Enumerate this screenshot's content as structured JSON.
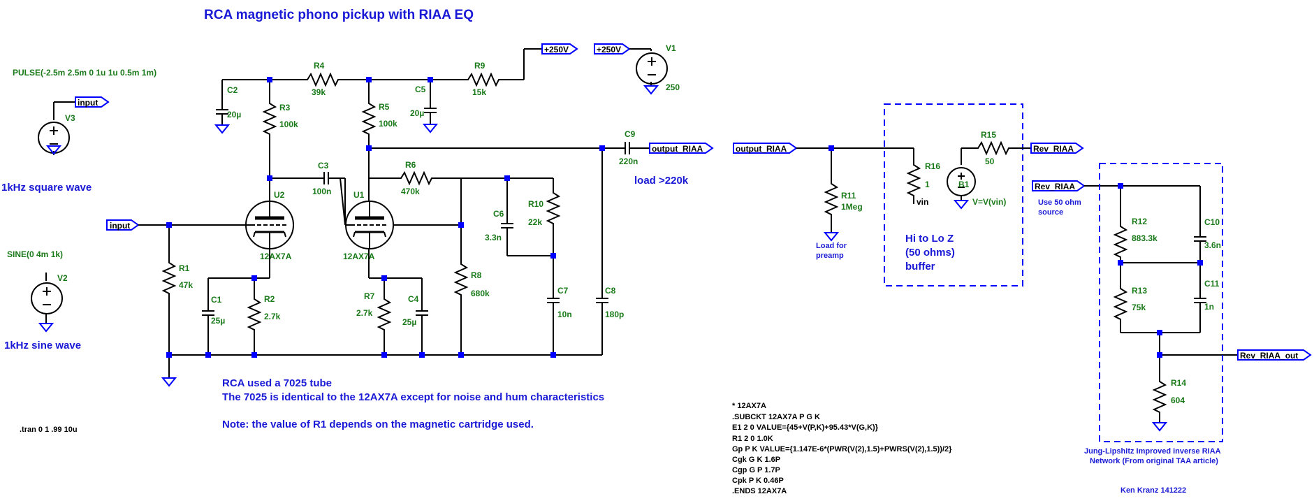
{
  "title": "RCA magnetic phono pickup with RIAA EQ",
  "sources": {
    "v3": {
      "ref": "V3",
      "spec": "PULSE(-2.5m 2.5m 0 1u 1u 0.5m 1m)",
      "note": "1kHz square wave"
    },
    "v2": {
      "ref": "V2",
      "spec": "SINE(0 4m 1k)",
      "note": "1kHz sine  wave"
    },
    "v1": {
      "ref": "V1",
      "value": "250"
    }
  },
  "flags": {
    "input": "input",
    "plus250": "+250V",
    "output_riaa": "output_RIAA",
    "rev_riaa": "Rev_RIAA",
    "rev_riaa_out": "Rev_RIAA_out"
  },
  "tubes": {
    "u2": {
      "ref": "U2",
      "model": "12AX7A"
    },
    "u1": {
      "ref": "U1",
      "model": "12AX7A"
    }
  },
  "resistors": [
    {
      "ref": "R1",
      "value": "47k"
    },
    {
      "ref": "R2",
      "value": "2.7k"
    },
    {
      "ref": "R3",
      "value": "100k"
    },
    {
      "ref": "R4",
      "value": "39k"
    },
    {
      "ref": "R5",
      "value": "100k"
    },
    {
      "ref": "R6",
      "value": "470k"
    },
    {
      "ref": "R7",
      "value": "2.7k"
    },
    {
      "ref": "R8",
      "value": "680k"
    },
    {
      "ref": "R9",
      "value": "15k"
    },
    {
      "ref": "R10",
      "value": "22k"
    },
    {
      "ref": "R11",
      "value": "1Meg"
    },
    {
      "ref": "R12",
      "value": "883.3k"
    },
    {
      "ref": "R13",
      "value": "75k"
    },
    {
      "ref": "R14",
      "value": "604"
    },
    {
      "ref": "R15",
      "value": "50"
    },
    {
      "ref": "R16",
      "value": "1"
    }
  ],
  "capacitors": [
    {
      "ref": "C1",
      "value": "25µ"
    },
    {
      "ref": "C2",
      "value": "20µ"
    },
    {
      "ref": "C3",
      "value": "100n"
    },
    {
      "ref": "C4",
      "value": "25µ"
    },
    {
      "ref": "C5",
      "value": "20µ"
    },
    {
      "ref": "C6",
      "value": "3.3n"
    },
    {
      "ref": "C7",
      "value": "10n"
    },
    {
      "ref": "C8",
      "value": "180p"
    },
    {
      "ref": "C9",
      "value": "220n"
    },
    {
      "ref": "C10",
      "value": "3.6n"
    },
    {
      "ref": "C11",
      "value": "1n"
    }
  ],
  "behavioral": {
    "ref": "B1",
    "expr": "V=V(vin)",
    "net": "vin"
  },
  "notes": {
    "load": "load >220k",
    "load_preamp": [
      "Load  for",
      "preamp"
    ],
    "buffer": [
      "Hi to Lo Z",
      "(50 ohms)",
      "buffer"
    ],
    "source": [
      "Use 50 ohm",
      "source"
    ],
    "rca": [
      "RCA used a 7025 tube",
      "The 7025 is identical to the 12AX7A except for noise and hum characteristics",
      "",
      "Note: the value of R1 depends on the magnetic cartridge used."
    ],
    "jung": [
      "Jung-Lipshitz Improved inverse RIAA",
      "Network (From original TAA article)"
    ],
    "author": "Ken Kranz 141222"
  },
  "directives": {
    "tran": ".tran 0 1 .99 10u",
    "subckt": [
      "* 12AX7A",
      ".SUBCKT 12AX7A P G K",
      "E1  2  0  VALUE={45+V(P,K)+95.43*V(G,K)}",
      "R1  2  0  1.0K",
      "Gp  P  K  VALUE={1.147E-6*(PWR(V(2),1.5)+PWRS(V(2),1.5))/2}",
      "Cgk G  K  1.6P",
      "Cgp G  P  1.7P",
      "Cpk P  K  0.46P",
      ".ENDS 12AX7A"
    ]
  }
}
